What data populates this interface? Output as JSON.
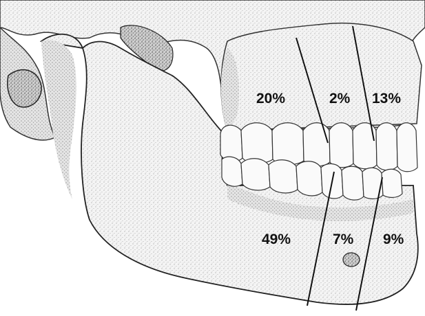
{
  "figure": {
    "labels": {
      "upper": [
        "20%",
        "2%",
        "13%"
      ],
      "lower": [
        "49%",
        "7%",
        "9%"
      ]
    }
  },
  "colors": {
    "ink": "#111111",
    "bone": "#f2f2f2",
    "shade": "#c9c9c9",
    "dark_shade": "#7a7a7a"
  }
}
